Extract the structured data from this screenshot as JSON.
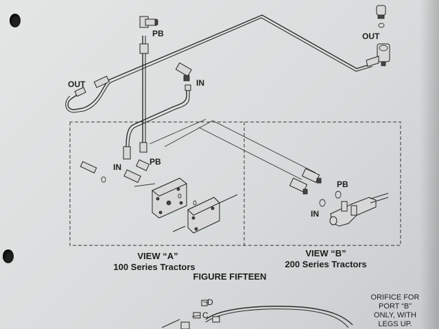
{
  "labels": {
    "pb_top": "PB",
    "out_right": "OUT",
    "out_left": "OUT",
    "in_upper": "IN",
    "in_view_a": "IN",
    "pb_view_a": "PB",
    "pb_view_b": "PB",
    "in_view_b": "IN",
    "callout_d": "D",
    "callout_c": "C"
  },
  "captions": {
    "view_a_title": "VIEW “A”",
    "view_a_subtitle": "100 Series Tractors",
    "view_b_title": "VIEW “B”",
    "view_b_subtitle": "200 Series Tractors",
    "figure_title": "FIGURE FIFTEEN"
  },
  "note": {
    "line1": "ORIFICE FOR",
    "line2": "PORT “B”",
    "line3": "ONLY, WITH",
    "line4": "LEGS UP."
  },
  "colors": {
    "paper": "#dfe1e1",
    "ink": "#222222"
  }
}
